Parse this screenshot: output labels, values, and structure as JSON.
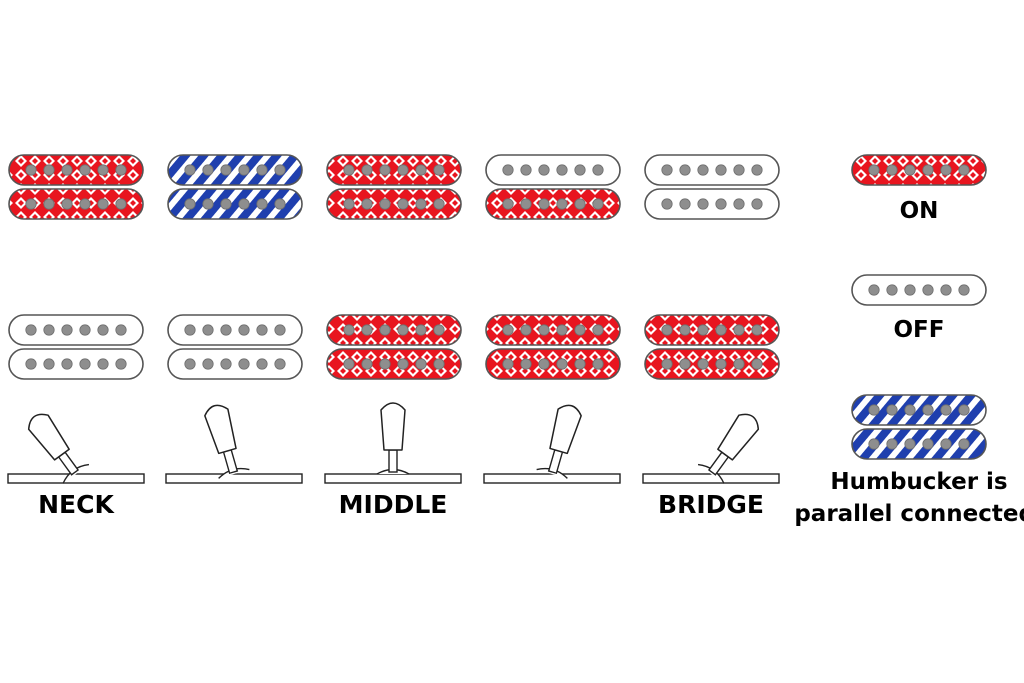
{
  "diagram": {
    "colors": {
      "on_fill": "#e8151f",
      "on_pattern": "#ffffff",
      "parallel_stripe_a": "#1f3fae",
      "parallel_stripe_b": "#ffffff",
      "off_fill": "#ffffff",
      "outline": "#555555",
      "pole": "#8e8e8e",
      "text": "#000000"
    },
    "switch_positions": [
      {
        "label": "NECK",
        "lever": "far-left",
        "humbucker_row1": [
          "on",
          "on"
        ],
        "humbucker_row2": [
          "off",
          "off"
        ]
      },
      {
        "label": "",
        "lever": "left",
        "humbucker_row1": [
          "parallel",
          "parallel"
        ],
        "humbucker_row2": [
          "off",
          "off"
        ]
      },
      {
        "label": "MIDDLE",
        "lever": "center",
        "humbucker_row1": [
          "on",
          "on"
        ],
        "humbucker_row2": [
          "on",
          "on"
        ]
      },
      {
        "label": "",
        "lever": "right",
        "humbucker_row1": [
          "off",
          "on"
        ],
        "humbucker_row2": [
          "on",
          "on"
        ]
      },
      {
        "label": "BRIDGE",
        "lever": "far-right",
        "humbucker_row1": [
          "off",
          "off"
        ],
        "humbucker_row2": [
          "on",
          "on"
        ]
      }
    ],
    "legend": {
      "on_label": "ON",
      "off_label": "OFF",
      "parallel_label_line1": "Humbucker is",
      "parallel_label_line2": "parallel connected."
    }
  }
}
